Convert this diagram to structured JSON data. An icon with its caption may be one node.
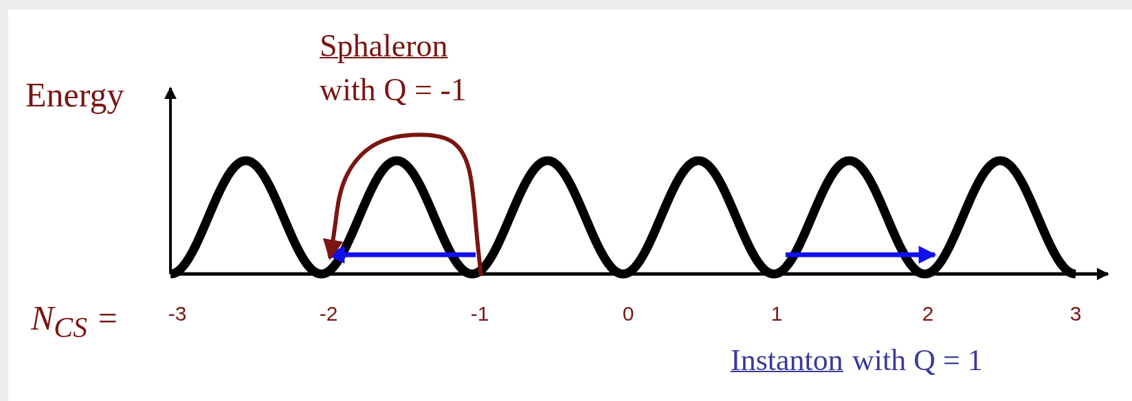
{
  "diagram": {
    "labels": [
      "Sphaleron",
      "Energy",
      "with Q = -1",
      "N$_{CS}$ =",
      "-3",
      "-2",
      "-1",
      "0",
      "1",
      "2",
      "3",
      "Instanton",
      "with Q = 1"
    ]
  }
}
